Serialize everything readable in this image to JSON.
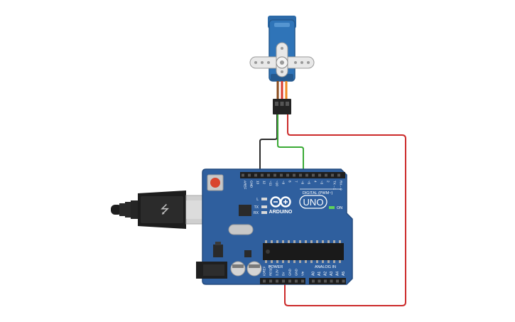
{
  "board": {
    "brand": "ARDUINO",
    "model": "UNO",
    "digital_header": "DIGITAL (PWM~)",
    "power_header": "POWER",
    "analog_header": "ANALOG IN",
    "on_label": "ON",
    "l_label": "L",
    "tx_label": "TX",
    "rx_label": "RX",
    "top_pins": [
      "AREF",
      "GND",
      "13",
      "12",
      "~11",
      "~10",
      "~9",
      "8",
      "7",
      "~6",
      "~5",
      "4",
      "~3",
      "2",
      "TX→1",
      "RX←0"
    ],
    "power_pins": [
      "IOREF",
      "RESET",
      "3.3V",
      "5V",
      "GND",
      "GND",
      "Vin"
    ],
    "analog_pins": [
      "A0",
      "A1",
      "A2",
      "A3",
      "A4",
      "A5"
    ]
  },
  "colors": {
    "board": "#2f5f9e",
    "board_edge": "#254b7e",
    "servo_body": "#2f74b8",
    "wire_black": "#2b2b2b",
    "wire_green": "#3aaa35",
    "wire_red": "#cc2a2a",
    "header": "#1e1e1e",
    "reset_button": "#d9452e"
  },
  "components": [
    "servo-motor",
    "arduino-uno-board",
    "usb-b-cable"
  ],
  "wires": [
    {
      "name": "ground-wire",
      "color": "black",
      "from": "servo-brown-lead",
      "to": "pin-GND-top"
    },
    {
      "name": "signal-wire",
      "color": "green",
      "from": "servo-orange-lead",
      "to": "pin-7"
    },
    {
      "name": "power-wire",
      "color": "red",
      "from": "servo-red-lead",
      "to": "pin-5V"
    }
  ]
}
